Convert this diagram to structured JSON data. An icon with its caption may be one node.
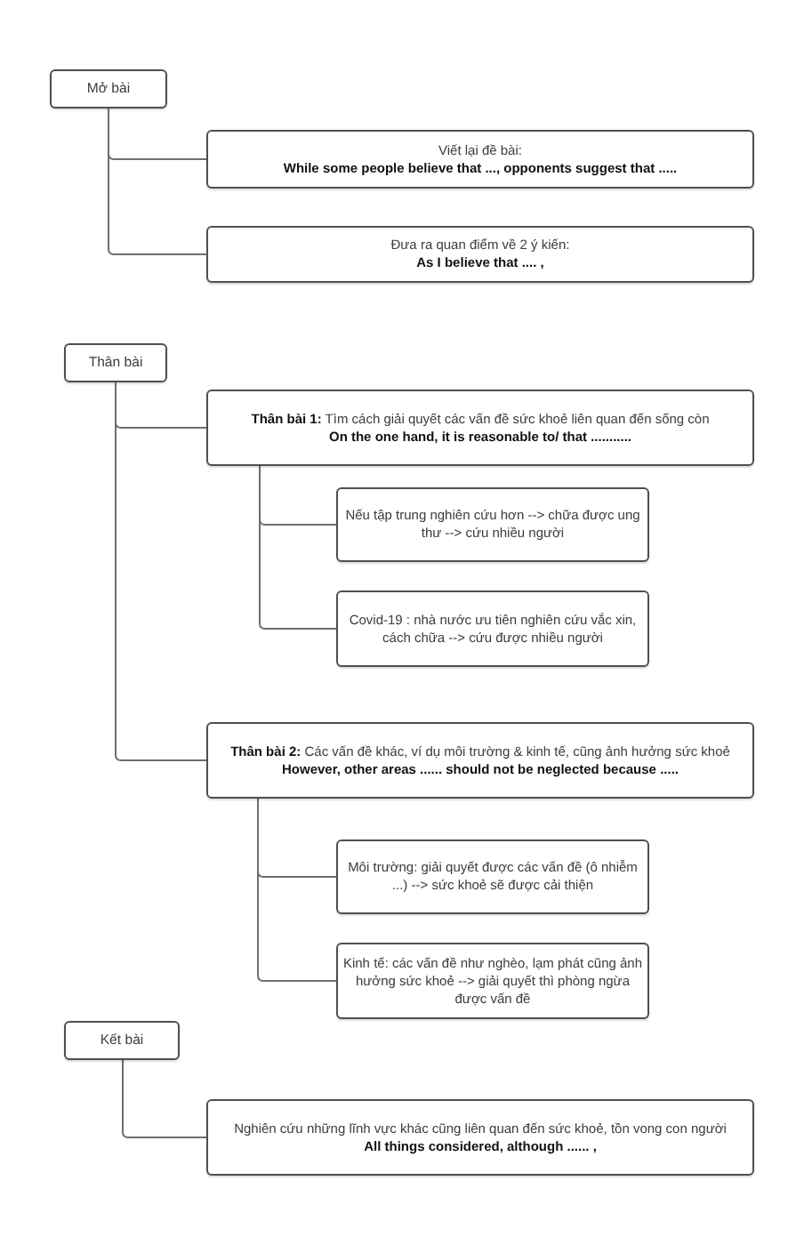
{
  "diagram": {
    "nodes": [
      {
        "text": [
          "Mở bài"
        ]
      },
      {
        "text": [
          "Viết lại đề bài:",
          "While some people believe that ..., opponents suggest that ....."
        ]
      },
      {
        "text": [
          "Đưa ra quan điểm về 2 ý kiến:",
          "As I believe that .... ,"
        ]
      },
      {
        "text": [
          "Thân bài"
        ]
      },
      {
        "text": [
          "**Thân bài 1:** Tìm cách giải quyết các vấn đề sức khoẻ liên quan đến sống còn",
          "On the one hand, it is reasonable to/ that ..........."
        ]
      },
      {
        "text": [
          "Nếu tập trung nghiên cứu hơn --> chữa được ung thư --> cứu nhiều người"
        ]
      },
      {
        "text": [
          "Covid-19 : nhà nước ưu tiên nghiên cứu vắc xin, cách chữa --> cứu được nhiều người"
        ]
      },
      {
        "text": [
          "**Thân bài 2:** Các vấn đề khác, ví dụ môi trường & kinh tế, cũng ảnh hưởng sức khoẻ",
          "However, other areas ...... should not be neglected because ....."
        ]
      },
      {
        "text": [
          "Môi trường: giải quyết được các vấn đề (ô nhiễm ...) --> sức khoẻ sẽ được cải thiện"
        ]
      },
      {
        "text": [
          "Kinh tế: các vấn đề như nghèo, lạm phát cũng ảnh hưởng sức khoẻ --> giải quyết thì phòng ngừa được vấn đề"
        ]
      },
      {
        "text": [
          "Kết bài"
        ]
      },
      {
        "text": [
          "Nghiên cứu những lĩnh vực khác cũng liên quan đến sức khoẻ, tồn vong con người",
          "All things considered, although ...... ,"
        ]
      }
    ],
    "edges": [
      {
        "from": 0,
        "to": 1,
        "arrow": "none"
      },
      {
        "from": 0,
        "to": 2,
        "arrow": "none"
      },
      {
        "from": 3,
        "to": 4,
        "arrow": "none"
      },
      {
        "from": 3,
        "to": 7,
        "arrow": "none"
      },
      {
        "from": 4,
        "to": 5,
        "arrow": "none"
      },
      {
        "from": 4,
        "to": 6,
        "arrow": "none"
      },
      {
        "from": 7,
        "to": 8,
        "arrow": "none"
      },
      {
        "from": 7,
        "to": 9,
        "arrow": "none"
      },
      {
        "from": 10,
        "to": 11,
        "arrow": "none"
      }
    ]
  }
}
